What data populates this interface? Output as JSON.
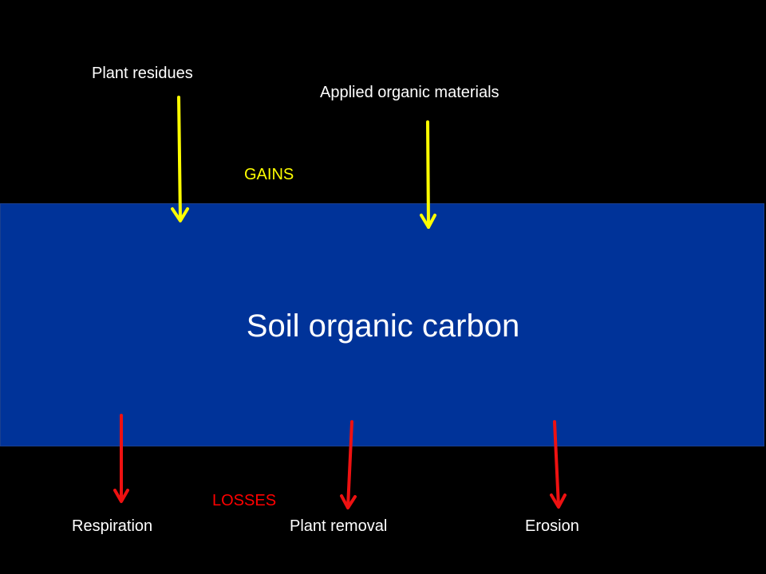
{
  "center": {
    "label": "Soil organic carbon",
    "color": "#003399"
  },
  "gains": {
    "title": "GAINS",
    "color": "#ffff00",
    "items": [
      {
        "label": "Plant residues"
      },
      {
        "label": "Applied organic materials"
      }
    ]
  },
  "losses": {
    "title": "LOSSES",
    "color": "#ff0000",
    "items": [
      {
        "label": "Respiration"
      },
      {
        "label": "Plant removal"
      },
      {
        "label": "Erosion"
      }
    ]
  },
  "background_color": "#000000"
}
